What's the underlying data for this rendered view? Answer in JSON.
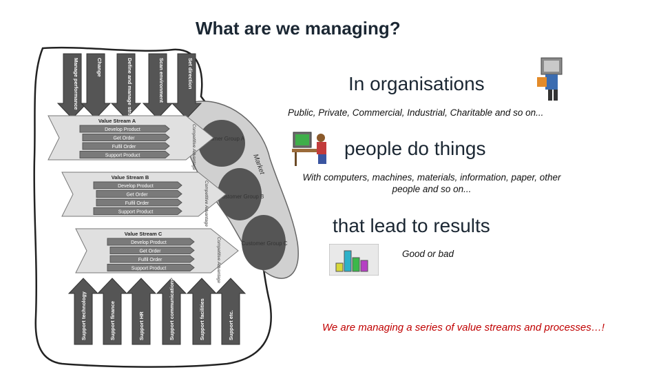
{
  "slide": {
    "title": "What are we managing?",
    "in_organisations": "In organisations",
    "org_types": "Public, Private, Commercial, Industrial, Charitable and so on...",
    "people_do_things": "people do things",
    "with_line1": "With computers, machines, materials, information, paper, other",
    "with_line2": "people and so on...",
    "that_lead": "that lead to results",
    "good_or_bad": "Good or bad",
    "conclusion": "We are managing a series of value streams and processes…!"
  },
  "diagram": {
    "top_arrows": [
      "Manage performance",
      "Change",
      "Define and manage strategies",
      "Scan environment",
      "Set direction"
    ],
    "value_streams": [
      {
        "title": "Value Stream A",
        "processes": [
          "Develop Product",
          "Get Order",
          "Fulfil Order",
          "Support Product"
        ],
        "advantage": "Competitive Advantage"
      },
      {
        "title": "Value Stream B",
        "processes": [
          "Develop Product",
          "Get Order",
          "Fulfil Order",
          "Support Product"
        ],
        "advantage": "Competitive Advantage"
      },
      {
        "title": "Value Stream C",
        "processes": [
          "Develop Product",
          "Get Order",
          "Fulfil Order",
          "Support Product"
        ],
        "advantage": "Competitive Advantage"
      }
    ],
    "market_label": "Market",
    "customer_groups": [
      "Customer Group A",
      "Customer Group B",
      "Customer Group C"
    ],
    "support_arrows": [
      "Support technology",
      "Support finance",
      "Support HR",
      "Support communications",
      "Support facilities",
      "Support etc."
    ]
  },
  "icons": {
    "person_icon": "person-with-monitor-head",
    "computer_icon": "person-at-computer",
    "chart_icon": "3d-bar-chart"
  }
}
